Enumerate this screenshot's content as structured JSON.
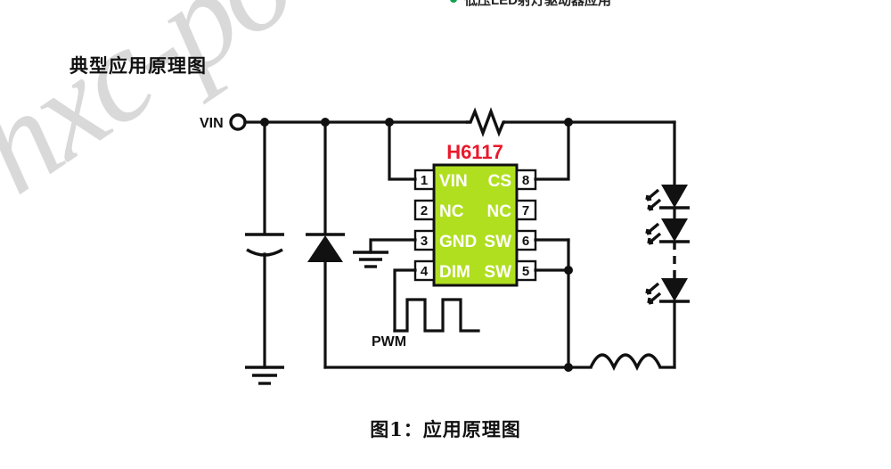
{
  "page": {
    "top_partial_heading": "低压LED射灯驱动器应用",
    "section_title": "典型应用原理图",
    "figure_caption": "图1：应用原理图",
    "watermark_text": "hxc-pow"
  },
  "colors": {
    "ic_body": "#b0df20",
    "ic_name": "#e8192c",
    "wire": "#111111",
    "bullet_green": "#12a050",
    "watermark": "#d9d9d9"
  },
  "ic": {
    "name": "H6117",
    "pins_left": [
      {
        "number": "1",
        "label": "VIN"
      },
      {
        "number": "2",
        "label": "NC"
      },
      {
        "number": "3",
        "label": "GND"
      },
      {
        "number": "4",
        "label": "DIM"
      }
    ],
    "pins_right": [
      {
        "number": "8",
        "label": "CS"
      },
      {
        "number": "7",
        "label": "NC"
      },
      {
        "number": "6",
        "label": "SW"
      },
      {
        "number": "5",
        "label": "SW"
      }
    ]
  },
  "net_labels": {
    "vin": "VIN",
    "pwm": "PWM"
  },
  "components": [
    {
      "name": "input-capacitor",
      "type": "electrolytic-capacitor"
    },
    {
      "name": "freewheel-diode",
      "type": "diode"
    },
    {
      "name": "sense-resistor",
      "type": "resistor"
    },
    {
      "name": "output-inductor",
      "type": "inductor"
    },
    {
      "name": "led-string",
      "type": "led-series",
      "count_visible": 3,
      "has_ellipsis": true
    },
    {
      "name": "ground-capacitor",
      "type": "ground"
    },
    {
      "name": "ground-ic",
      "type": "ground"
    }
  ]
}
